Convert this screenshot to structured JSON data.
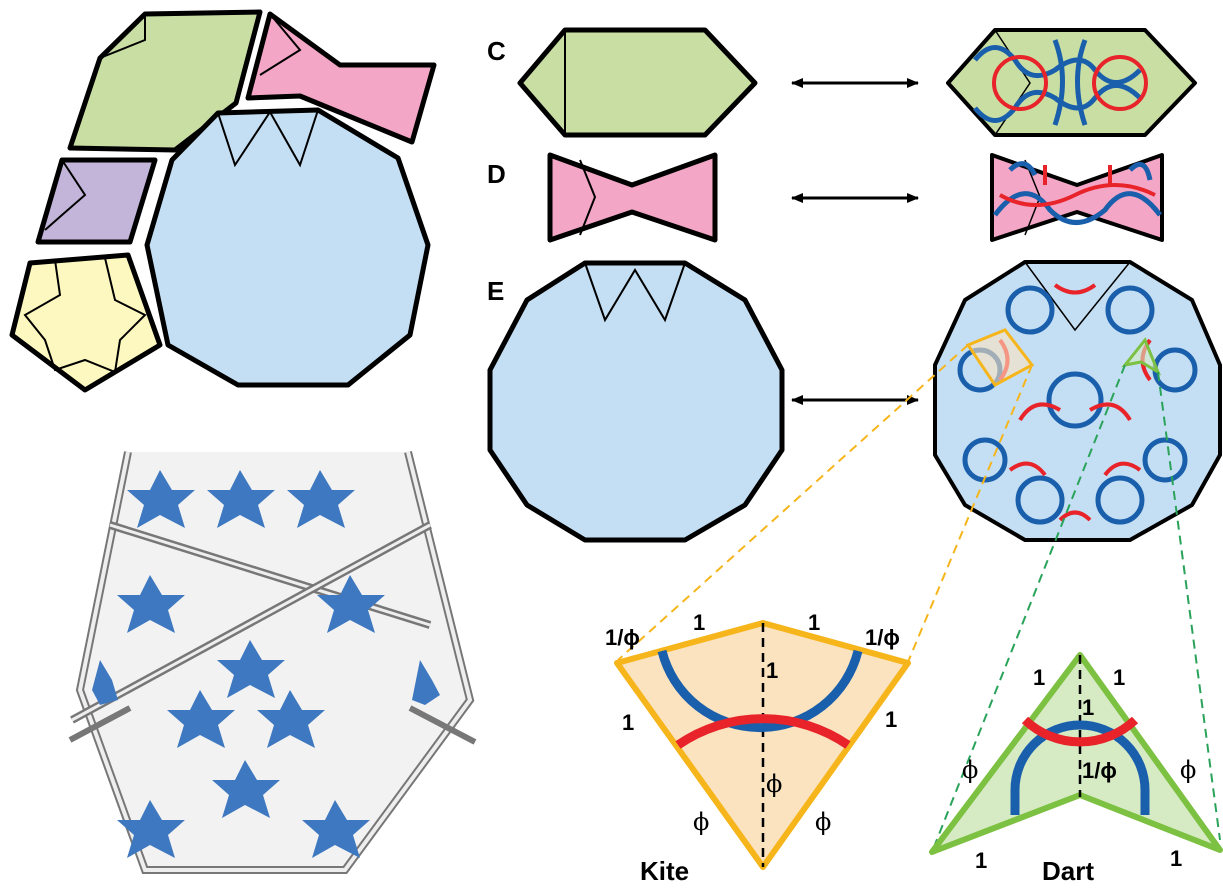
{
  "panels": {
    "c": {
      "label": "C"
    },
    "d": {
      "label": "D"
    },
    "e": {
      "label": "E"
    }
  },
  "kite": {
    "name": "Kite",
    "edge_left_upper": "1/ϕ",
    "top_left": "1",
    "top_right": "1",
    "edge_right_upper": "1/ϕ",
    "side_left": "1",
    "side_right": "1",
    "axis_upper": "1",
    "axis_lower": "ϕ",
    "lower_left": "ϕ",
    "lower_right": "ϕ"
  },
  "dart": {
    "name": "Dart",
    "upper_left": "1",
    "upper_right": "1",
    "axis_upper": "1",
    "axis_lower": "1/ϕ",
    "side_left": "ϕ",
    "side_right": "ϕ",
    "bottom_left": "1",
    "bottom_right": "1"
  },
  "colors": {
    "green_fill": "#c8dea3",
    "pink_fill": "#f3a6c5",
    "purple_fill": "#c3b5d9",
    "yellow_fill": "#fdf8c0",
    "blue_fill": "#c4dff3",
    "blue_arc": "#1a5fac",
    "red_arc": "#e8232a",
    "kite_outline": "#f6b51b",
    "kite_fill": "#fbe3c0",
    "dart_outline": "#7cc141",
    "dart_fill": "#d6ebc4",
    "photo_tile": "#3e78c0"
  },
  "icons": [
    "double-arrow-icon"
  ]
}
